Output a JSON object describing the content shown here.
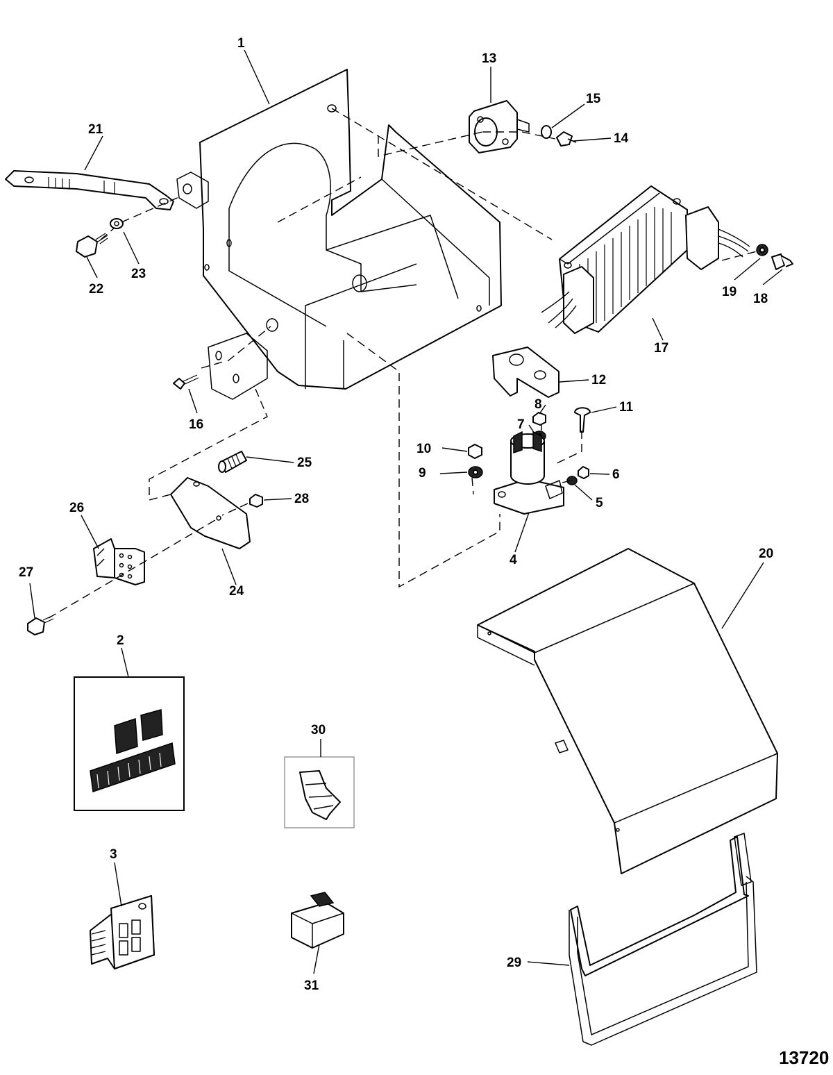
{
  "figure_number": "13720",
  "callouts": {
    "c1": "1",
    "c2": "2",
    "c3": "3",
    "c4": "4",
    "c5": "5",
    "c6": "6",
    "c7": "7",
    "c8": "8",
    "c9": "9",
    "c10": "10",
    "c11": "11",
    "c12": "12",
    "c13": "13",
    "c14": "14",
    "c15": "15",
    "c16": "16",
    "c17": "17",
    "c18": "18",
    "c19": "19",
    "c20": "20",
    "c21": "21",
    "c22": "22",
    "c23": "23",
    "c24": "24",
    "c25": "25",
    "c26": "26",
    "c27": "27",
    "c28": "28",
    "c29": "29",
    "c30": "30",
    "c31": "31"
  }
}
